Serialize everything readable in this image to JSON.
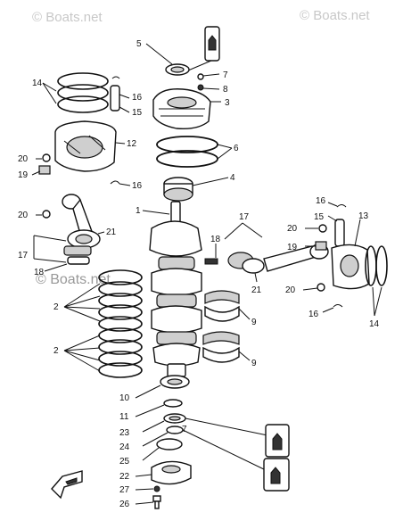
{
  "watermark": {
    "text_top_left": "© Boats.net",
    "text_top_right": "© Boats.net",
    "text_middle": "© Boats.net"
  },
  "callouts": {
    "c1": "1",
    "c2a": "2",
    "c2b": "2",
    "c3": "3",
    "c4": "4",
    "c5": "5",
    "c6": "6",
    "c7a": "7",
    "c7b": "7",
    "c8": "8",
    "c9a": "9",
    "c9b": "9",
    "c10": "10",
    "c11": "11",
    "c12": "12",
    "c13": "13",
    "c14a": "14",
    "c14b": "14",
    "c15a": "15",
    "c15b": "15",
    "c16a": "16",
    "c16b": "16",
    "c16c": "16",
    "c16d": "16",
    "c17a": "17",
    "c17b": "17",
    "c18a": "18",
    "c18b": "18",
    "c19a": "19",
    "c19b": "19",
    "c20a": "20",
    "c20b": "20",
    "c20c": "20",
    "c20d": "20",
    "c21a": "21",
    "c21b": "21",
    "c22": "22",
    "c23": "23",
    "c24": "24",
    "c25": "25",
    "c26": "26",
    "c27": "27"
  },
  "icons": {
    "grease": "grease-icon",
    "front": "front-arrow-icon"
  }
}
